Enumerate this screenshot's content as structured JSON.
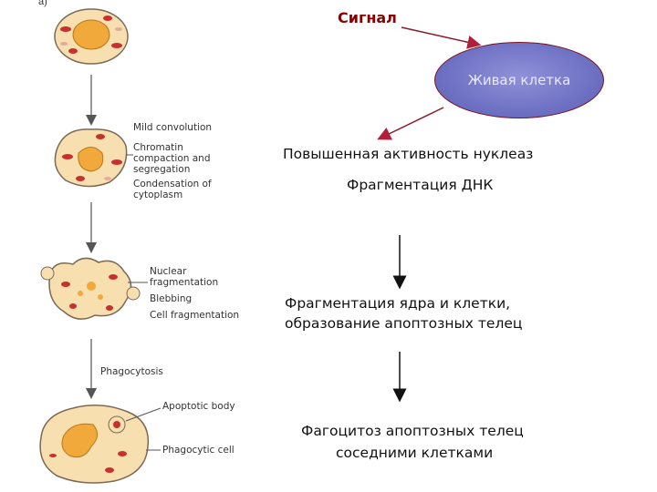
{
  "figure": {
    "label": "a)",
    "annotations": {
      "stage2": [
        "Mild convolution",
        "Chromatin",
        "compaction and",
        "segregation",
        "Condensation of",
        "cytoplasm"
      ],
      "stage3": [
        "Nuclear",
        "fragmentation",
        "Blebbing",
        "Cell fragmentation"
      ],
      "stage4_arrow": "Phagocytosis",
      "stage4": [
        "Apoptotic body",
        "Phagocytic cell"
      ]
    }
  },
  "scheme": {
    "signal": "Сигнал",
    "living_cell": "Живая клетка",
    "step1": "Повышенная активность нуклеаз",
    "step2": "Фрагментация ДНК",
    "step3_line1": "Фрагментация ядра и клетки,",
    "step3_line2": "образование апоптозных телец",
    "step4_line1": "Фагоцитоз апоптозных телец",
    "step4_line2": "соседними клетками"
  },
  "colors": {
    "cell_fill": "#f7dfb0",
    "cell_border": "#7a6a55",
    "nucleus": "#f2a93b",
    "organelle": "#c8302f",
    "ellipse": "#6f72c4",
    "signal_text": "#8b0000",
    "arrow_red": "#b0203a"
  }
}
